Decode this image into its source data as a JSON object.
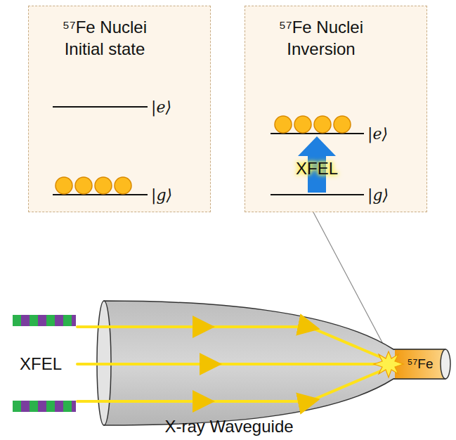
{
  "diagram": {
    "nodes": [
      {
        "text": [
          "⁵⁷Fe Nuclei Initial state"
        ]
      },
      {
        "text": [
          "⁵⁷Fe Nuclei Inversion"
        ]
      }
    ],
    "labels": [
      "|e⟩",
      "|g⟩",
      "|e⟩",
      "XFEL",
      "|g⟩",
      "XFEL",
      "⁵⁷Fe",
      "X-ray Waveguide"
    ]
  }
}
